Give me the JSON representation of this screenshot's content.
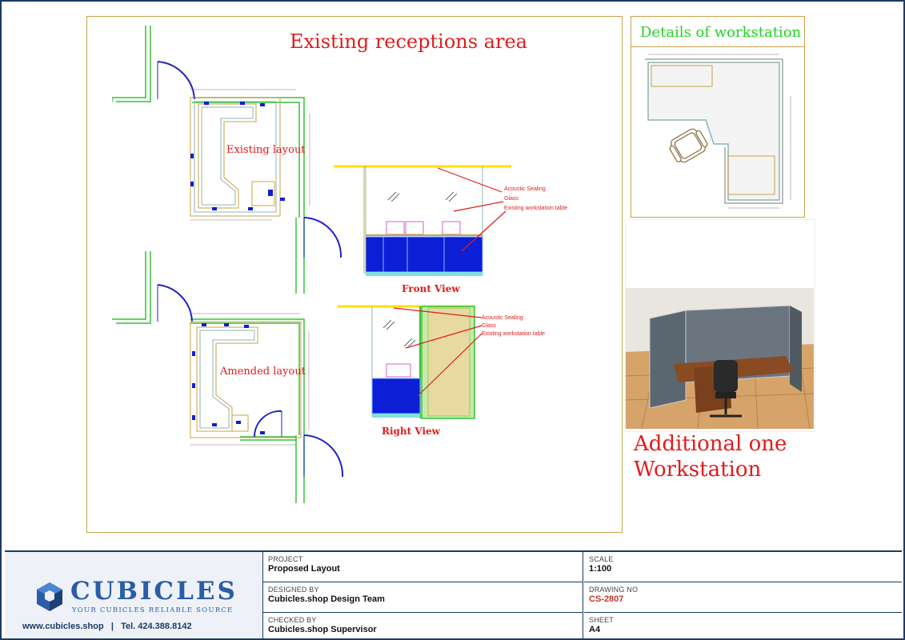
{
  "drawing": {
    "main_title": "Existing receptions area",
    "existing_layout_label": "Existing layout",
    "amended_layout_label": "Amended layout",
    "front_view_label": "Front View",
    "right_view_label": "Right View",
    "notes": {
      "acoustic_sealing": "Acoustic Sealing",
      "glass": "Glass",
      "existing_table": "Existing workstation table"
    }
  },
  "detail_panel": {
    "title": "Details of workstation"
  },
  "photo_panel": {
    "caption_line1": "Additional one",
    "caption_line2": "Workstation"
  },
  "title_block": {
    "logo_name": "CUBICLES",
    "logo_tagline": "YOUR CUBICLES RELIABLE SOURCE",
    "contact": "www.cubicles.shop   |   Tel. 424.388.8142",
    "project_label": "PROJECT",
    "project_value": "Proposed Layout",
    "designed_label": "DESIGNED BY",
    "designed_value": "Cubicles.shop Design Team",
    "checked_label": "CHECKED BY",
    "checked_value": "Cubicles.shop Supervisor",
    "scale_label": "SCALE",
    "scale_value": "1:100",
    "drawing_no_label": "DRAWING NO",
    "drawing_no_value": "CS-2807",
    "sheet_label": "SHEET",
    "sheet_value": "A4"
  },
  "colors": {
    "frame": "#1d3a66",
    "border_gold": "#c8a34a",
    "title_red": "#e21b1b",
    "title_green": "#22d322",
    "wall_green": "#35c435",
    "door_blue": "#1f22c8",
    "desk_blue": "#0c1ed6"
  },
  "icons": [
    "cubicles-logo-icon",
    "office-chair-icon"
  ]
}
